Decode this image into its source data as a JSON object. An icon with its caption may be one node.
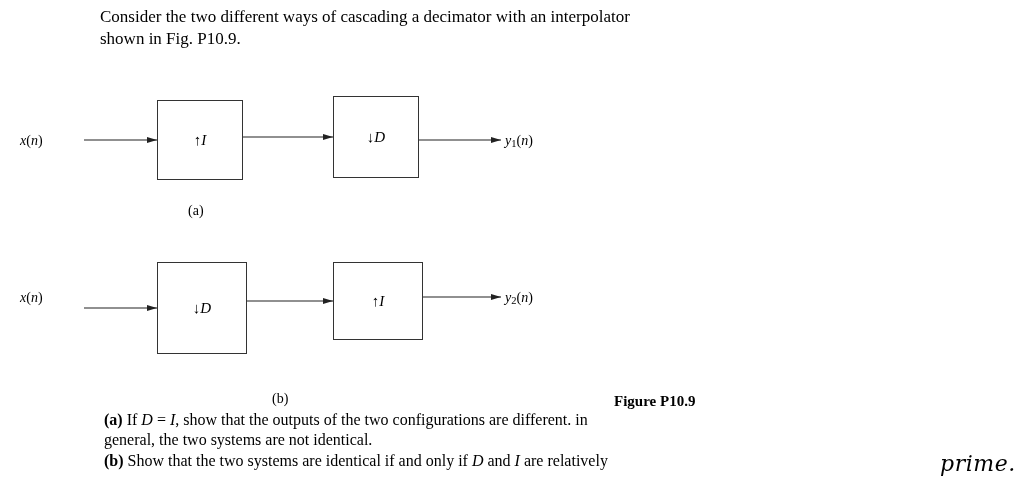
{
  "diagram": {
    "nodes": [
      {
        "text": [
          "*x*(*n*)"
        ]
      },
      {
        "text": [
          "↑*I*"
        ]
      },
      {
        "text": [
          "↓*D*"
        ]
      },
      {
        "text": [
          "*y*$_{1}$(*n*)"
        ]
      },
      {
        "text": [
          "*x*(*n*)"
        ]
      },
      {
        "text": [
          "↓*D*"
        ]
      },
      {
        "text": [
          "↑*I*"
        ]
      },
      {
        "text": [
          "*y*$_{2}$(*n*)"
        ]
      }
    ],
    "edges": [
      {
        "from": 0,
        "to": 1,
        "arrow": "to"
      },
      {
        "from": 1,
        "to": 2,
        "arrow": "to"
      },
      {
        "from": 2,
        "to": 3,
        "arrow": "to"
      },
      {
        "from": 4,
        "to": 5,
        "arrow": "to"
      },
      {
        "from": 5,
        "to": 6,
        "arrow": "to"
      },
      {
        "from": 6,
        "to": 7,
        "arrow": "to"
      }
    ],
    "labels": [
      "Consider the two different ways of cascading a decimator with an interpolator shown in Fig. P10.9.",
      "(a)",
      "(b)",
      "Figure P10.9",
      "**(a)** If *D* = *I*, show that the outputs of the two configurations are different. in general, the two systems are not identical.",
      "**(b)** Show that the two systems are identical if and only if *D* and *I* are relatively",
      "prime."
    ]
  }
}
